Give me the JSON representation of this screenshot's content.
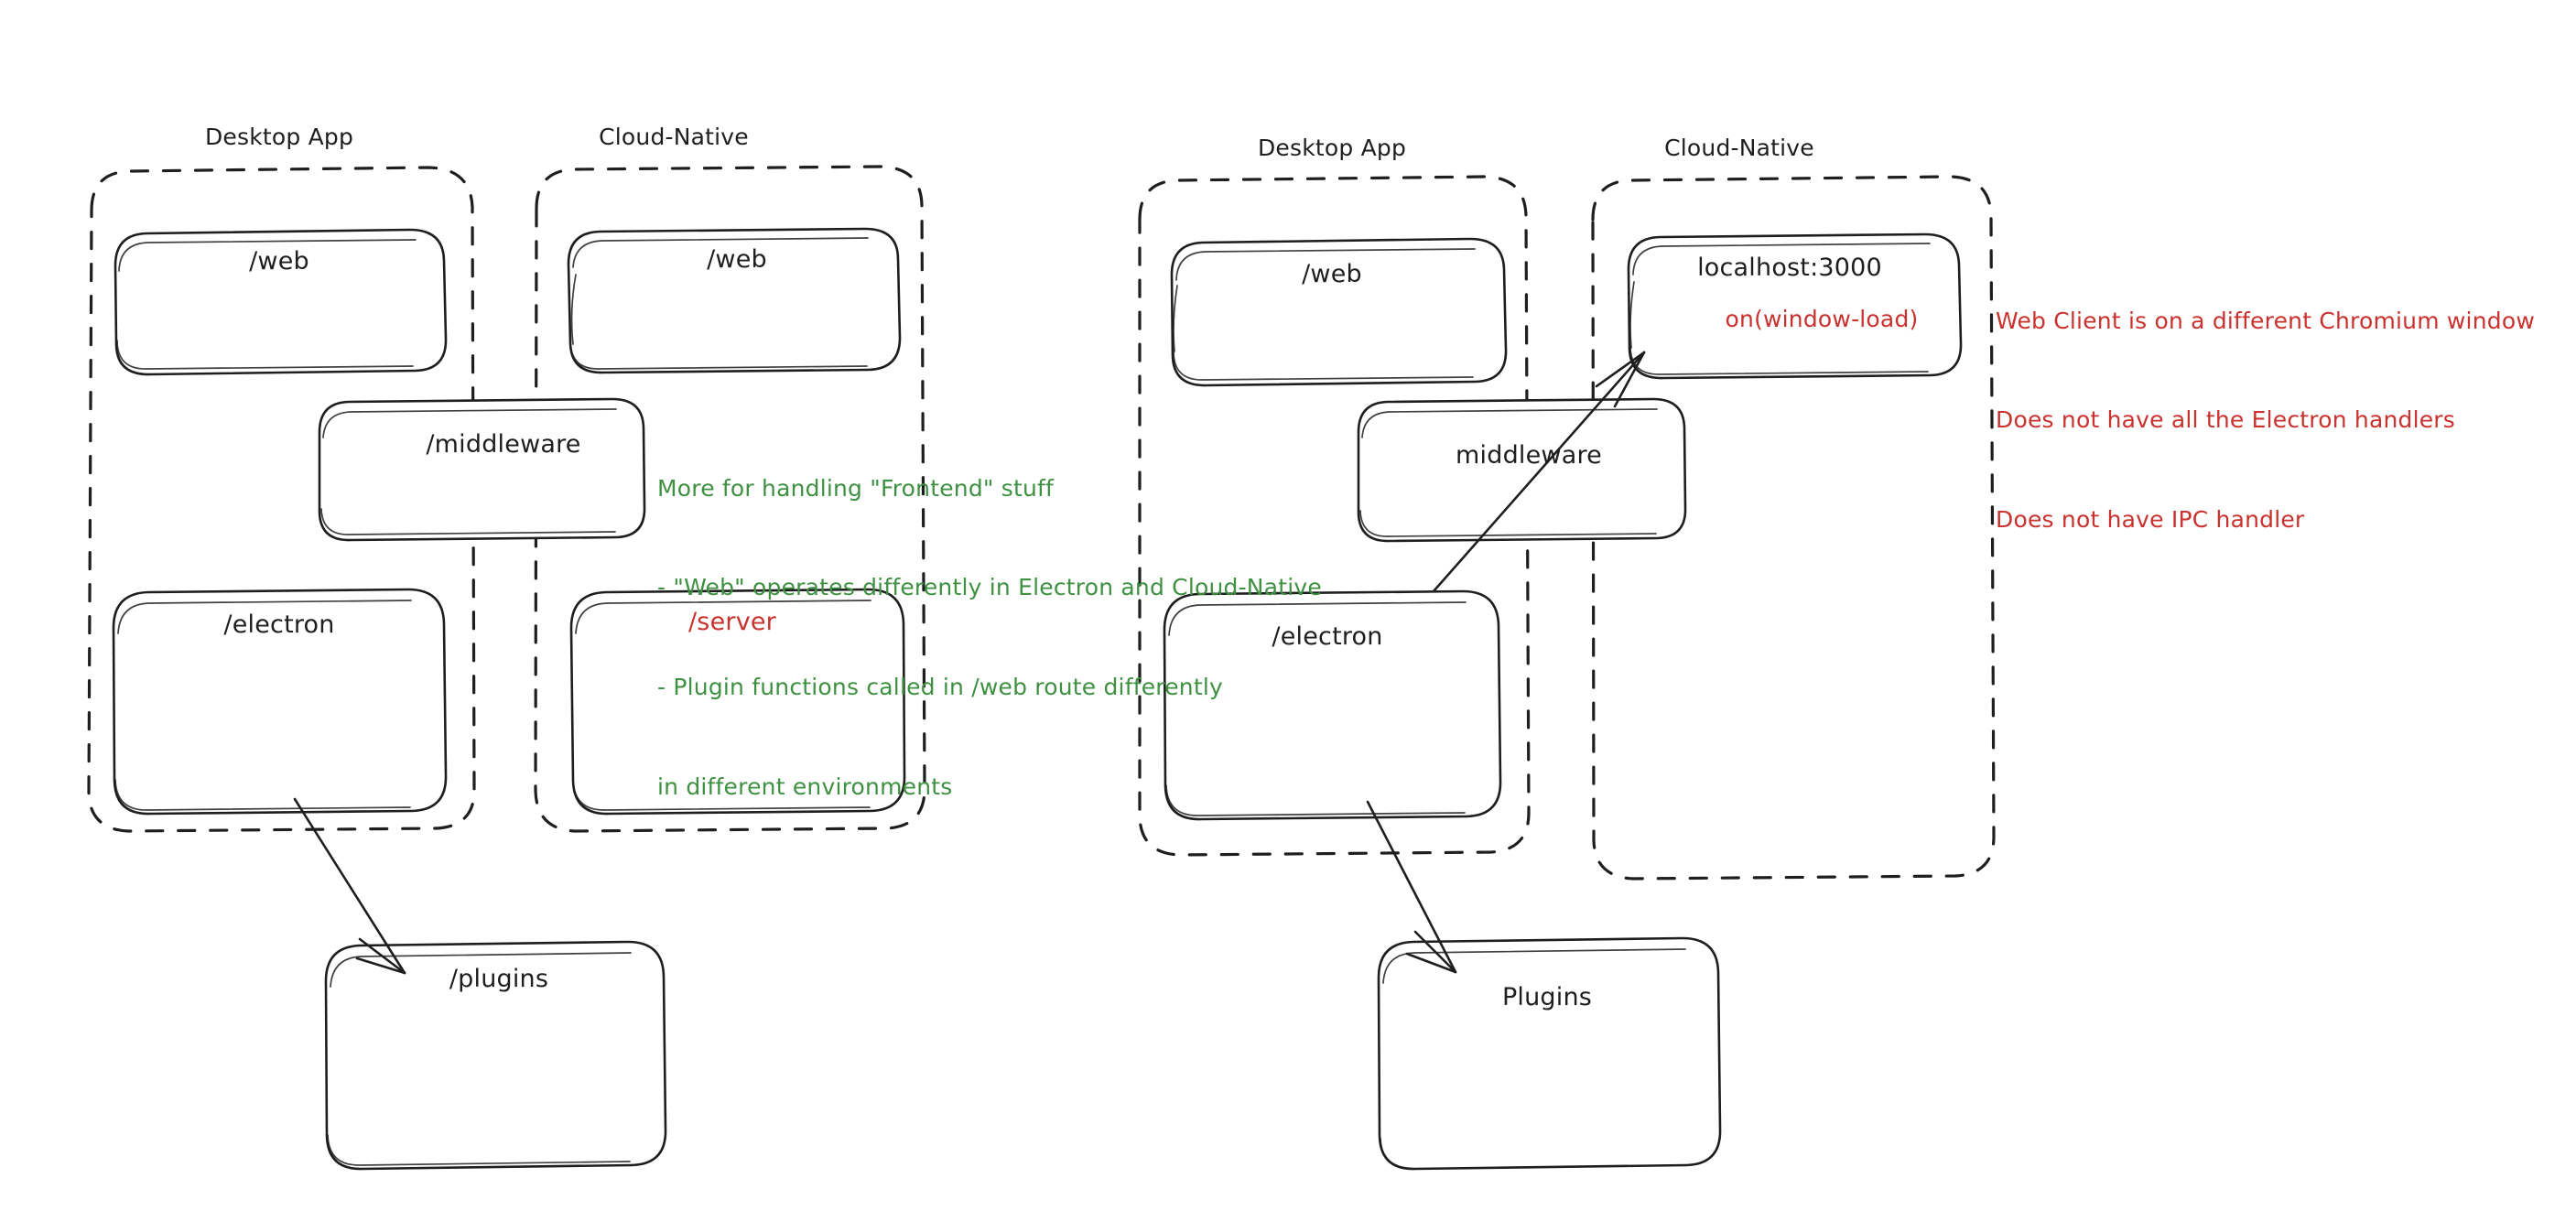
{
  "diagram": {
    "title": "Desktop App vs Cloud-Native architecture sketch",
    "colors": {
      "ink": "#1e1e1e",
      "red": "#c9322e",
      "green": "#3f9142",
      "background": "#ffffff"
    }
  },
  "left": {
    "groups": [
      {
        "title": "Desktop App"
      },
      {
        "title": "Cloud-Native"
      }
    ],
    "nodes": [
      {
        "label": "/web",
        "color": "ink"
      },
      {
        "label": "/web",
        "color": "ink"
      },
      {
        "label": "/middleware",
        "color": "ink"
      },
      {
        "label": "/electron",
        "color": "ink"
      },
      {
        "label": "/server",
        "color": "red"
      },
      {
        "label": "/plugins",
        "color": "ink"
      }
    ]
  },
  "right": {
    "groups": [
      {
        "title": "Desktop App"
      },
      {
        "title": "Cloud-Native"
      }
    ],
    "nodes": [
      {
        "label": "/web",
        "color": "ink"
      },
      {
        "label": "localhost:3000",
        "color": "ink"
      },
      {
        "label": "on(window-load)",
        "color": "red"
      },
      {
        "label": "middleware",
        "color": "ink"
      },
      {
        "label": "/electron",
        "color": "ink"
      },
      {
        "label": "Plugins",
        "color": "ink"
      }
    ]
  },
  "annotations": {
    "green_note": {
      "color": "green",
      "lines": [
        "More for handling \"Frontend\" stuff",
        "- \"Web\" operates differently in Electron and Cloud-Native",
        "- Plugin functions called in /web route differently",
        "in different environments"
      ]
    },
    "red_note": {
      "color": "red",
      "lines": [
        "Web Client is on a different Chromium window",
        "Does not have all the Electron handlers",
        "Does not have IPC handler"
      ]
    }
  }
}
